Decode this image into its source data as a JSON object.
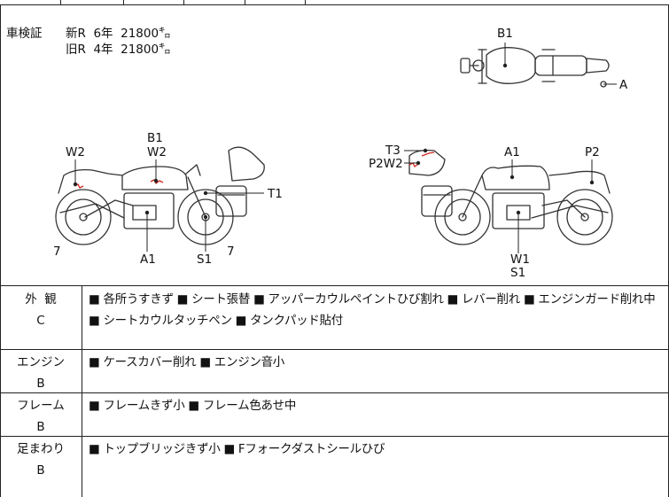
{
  "inspection": {
    "label": "車検証",
    "new_line": "新R  6年  21800㌔",
    "old_line": "旧R  4年  21800㌔"
  },
  "diagram_labels": {
    "top": {
      "b1": "B1",
      "a": "A"
    },
    "left": {
      "w2_rear": "W2",
      "b1": "B1",
      "w2": "W2",
      "t1": "T1",
      "a1": "A1",
      "s1": "S1",
      "n7_left": "7",
      "n7_right": "7"
    },
    "right": {
      "t3": "T3",
      "p2w2": "P2W2",
      "a1": "A1",
      "p2": "P2",
      "w1": "W1",
      "s1": "S1"
    }
  },
  "rows": [
    {
      "label": "外  観",
      "grade": "C",
      "text": "■ 各所うすきず ■ シート張替 ■ アッパーカウルペイントひび割れ ■ レバー削れ ■ エンジンガード削れ中 ■ シートカウルタッチペン ■ タンクパッド貼付"
    },
    {
      "label": "エンジン",
      "grade": "B",
      "text": "■ ケースカバー削れ ■ エンジン音小"
    },
    {
      "label": "フレーム",
      "grade": "B",
      "text": "■ フレームきず小 ■ フレーム色あせ中"
    },
    {
      "label": "足まわり",
      "grade": "B",
      "text": "■ トップブリッジきず小 ■ Fフォークダストシールひび"
    }
  ]
}
